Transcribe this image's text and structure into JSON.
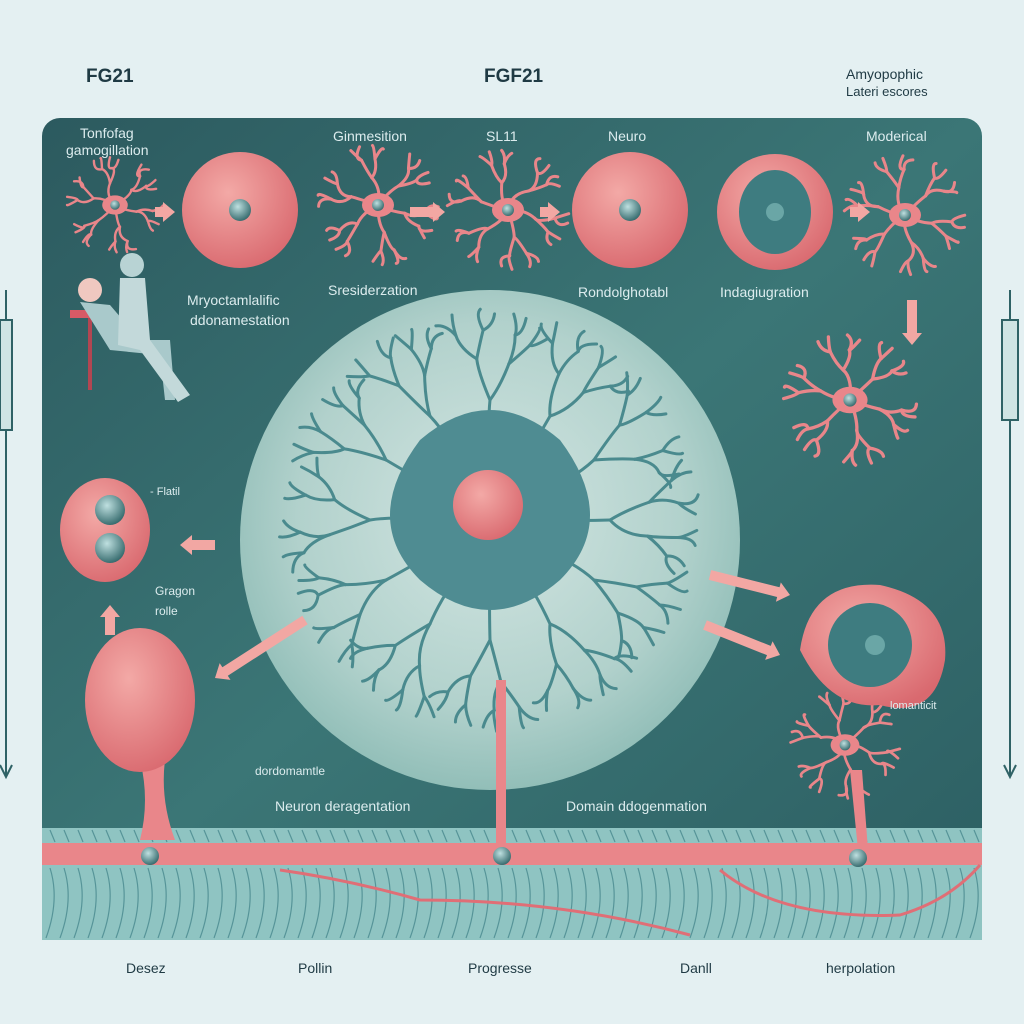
{
  "header": {
    "left_title": "FG21",
    "center_title": "FGF21",
    "right_title_line1": "Amyopophic",
    "right_title_line2": "Lateri escores"
  },
  "panel_labels": {
    "top_left_line1": "Tonfofag",
    "top_left_line2": "gamogillation",
    "ginmesition": "Ginmesition",
    "sl11": "SL11",
    "neuro": "Neuro",
    "moderical": "Moderical",
    "myo_line1": "Mryoctamlalific",
    "myo_line2": "ddonamestation",
    "sreside": "Sresiderzation",
    "rondal": "Rondolghotabl",
    "indag": "Indagiugration",
    "flatil": "- Flatil",
    "gragon_line1": "Gragon",
    "gragon_line2": "rolle",
    "lomanticit": "lomanticit",
    "dordom": "dordomamtle",
    "neuron_degen": "Neuron deragentation",
    "domain_degen": "Domain ddogenmation"
  },
  "footer": {
    "labels": [
      "Desez",
      "Pollin",
      "Progresse",
      "Danll",
      "herpolation"
    ]
  },
  "colors": {
    "background": "#e4f0f2",
    "panel": "#2f6266",
    "pink": "#e9868a",
    "teal": "#4f8c92",
    "tissue": "#8fc4c2"
  }
}
